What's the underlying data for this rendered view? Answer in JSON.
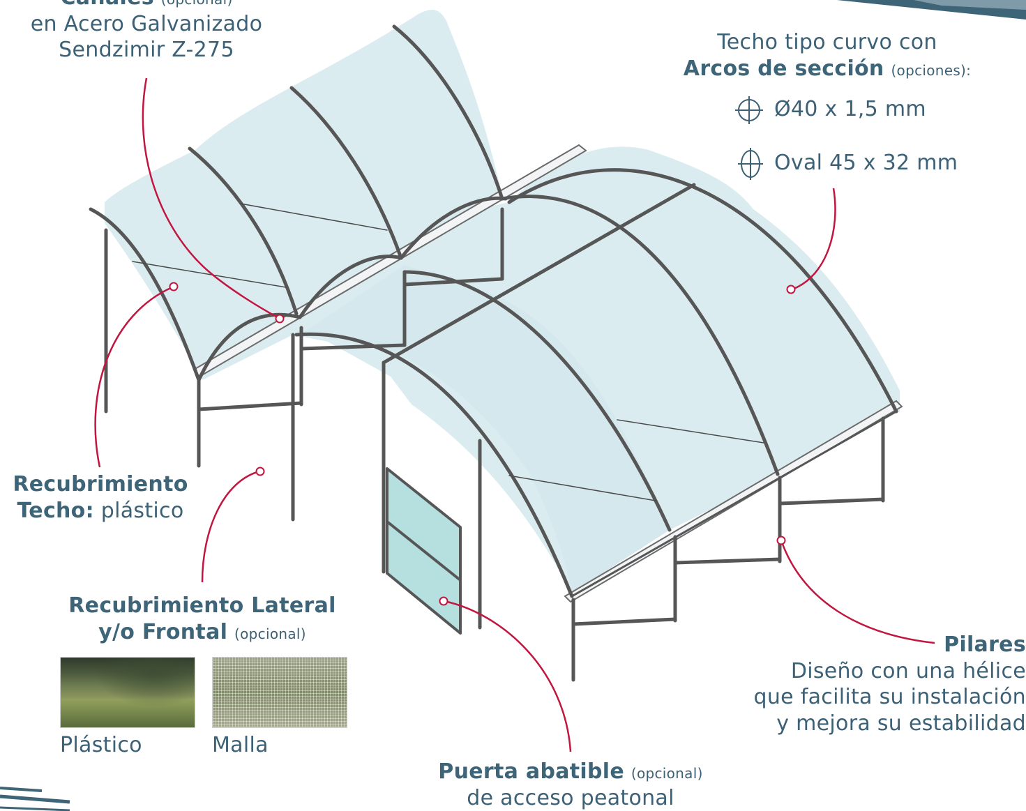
{
  "canales": {
    "bold": "Canales",
    "note": "(opcional)",
    "line2": "en Acero Galvanizado",
    "line3": "Sendzimir Z-275"
  },
  "techo": {
    "line1": "Techo tipo curvo con",
    "bold": "Arcos de sección",
    "note": "(opciones):",
    "option1": "Ø40 x 1,5 mm",
    "option2": "Oval 45 x 32 mm",
    "option1_icon": "round-section-icon",
    "option2_icon": "oval-section-icon"
  },
  "recubrimiento_techo": {
    "line1": "Recubrimiento",
    "bold2": "Techo:",
    "rest2": "plástico"
  },
  "recubrimiento_lateral": {
    "line1": "Recubrimiento Lateral",
    "bold2": "y/o Frontal",
    "note": "(opcional)",
    "swatch1_label": "Plástico",
    "swatch2_label": "Malla"
  },
  "pilares": {
    "bold": "Pilares",
    "line2": "Diseño con una hélice",
    "line3": "que facilita su instalación",
    "line4": "y mejora su estabilidad"
  },
  "puerta": {
    "bold": "Puerta abatible",
    "note": "(opcional)",
    "line2": "de acceso peatonal"
  },
  "colors": {
    "text": "#3c6176",
    "callout": "#c0163f",
    "frame": "#565656",
    "cover": "#dbecf0",
    "door": "#b6e0e0"
  }
}
